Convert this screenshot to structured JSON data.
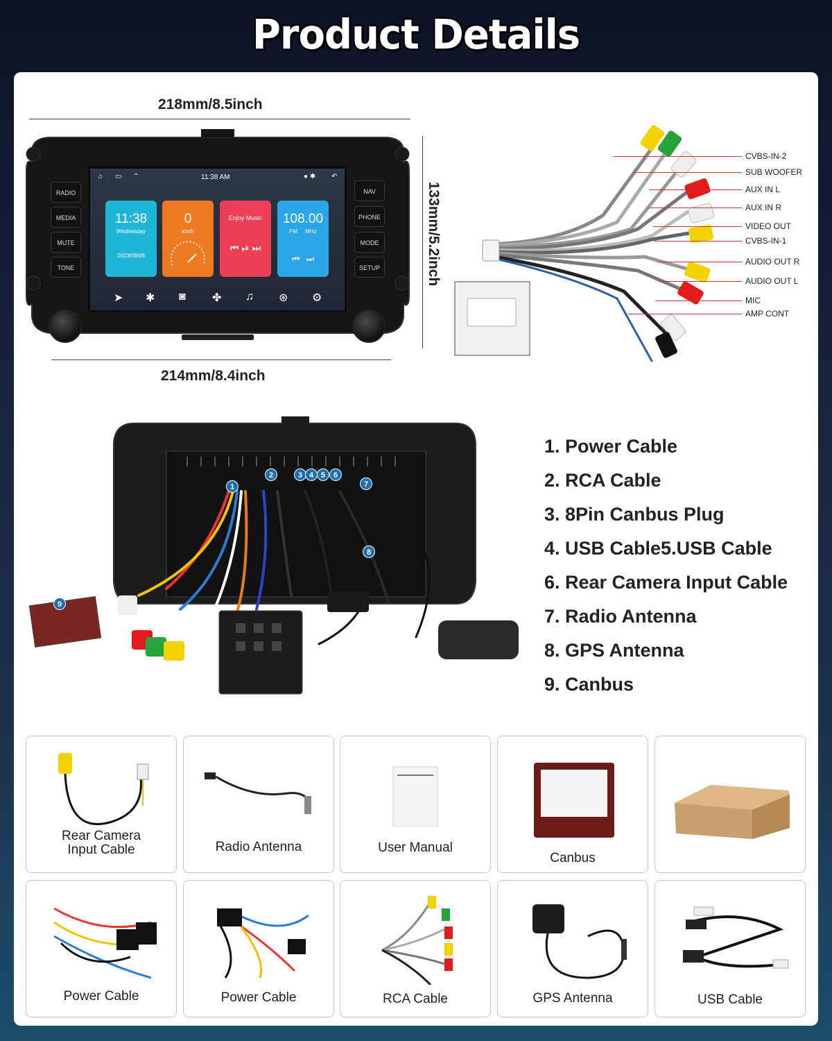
{
  "title": "Product Details",
  "dimensions": {
    "top_width": "218mm/8.5inch",
    "bottom_width": "214mm/8.4inch",
    "height": "133mm/5.2inch"
  },
  "head_unit": {
    "left_buttons": [
      "RADIO",
      "MEDIA",
      "MUTE",
      "TONE"
    ],
    "right_buttons": [
      "NAV",
      "PHONE",
      "MODE",
      "SETUP"
    ],
    "status_time": "11:38 AM",
    "tiles": [
      {
        "big": "11:38",
        "line2": "Wednesday",
        "line3": "2023/09/06",
        "color": "#1fb6d6"
      },
      {
        "big": "0",
        "line2": "km/h",
        "line3": "",
        "color": "#f07a22"
      },
      {
        "big": "",
        "line2": "Enjoy Music",
        "line3": "",
        "color": "#ee3e55"
      },
      {
        "big": "108.00",
        "line2": "FM     MHz",
        "line3": "",
        "color": "#2aa5e8"
      }
    ]
  },
  "rca_cable": {
    "labels": [
      "CVBS-IN-2",
      "SUB WOOFER",
      "AUX IN L",
      "AUX IN R",
      "VIDEO OUT",
      "CVBS-IN-1",
      "AUDIO OUT R",
      "AUDIO OUT L",
      "MIC",
      "AMP CONT"
    ]
  },
  "rear_badges": [
    "1",
    "2",
    "3",
    "4",
    "5",
    "6",
    "7",
    "8",
    "9"
  ],
  "ports": [
    "1. Power Cable",
    "2. RCA Cable",
    "3. 8Pin Canbus Plug",
    "4. USB Cable5.USB Cable",
    "6. Rear Camera Input Cable",
    "7. Radio Antenna",
    "8. GPS Antenna",
    "9. Canbus"
  ],
  "accessories": [
    {
      "label": "Rear Camera\nInput Cable",
      "line1": "Rear Camera",
      "line2": "Input Cable"
    },
    {
      "label": "Radio Antenna"
    },
    {
      "label": "User Manual"
    },
    {
      "label": "Canbus"
    },
    {
      "label": ""
    },
    {
      "label": "Power Cable"
    },
    {
      "label": "Power Cable"
    },
    {
      "label": "RCA Cable"
    },
    {
      "label": "GPS Antenna"
    },
    {
      "label": "USB Cable"
    }
  ],
  "colors": {
    "accent": "#1d6fb0",
    "line": "#c33333"
  }
}
